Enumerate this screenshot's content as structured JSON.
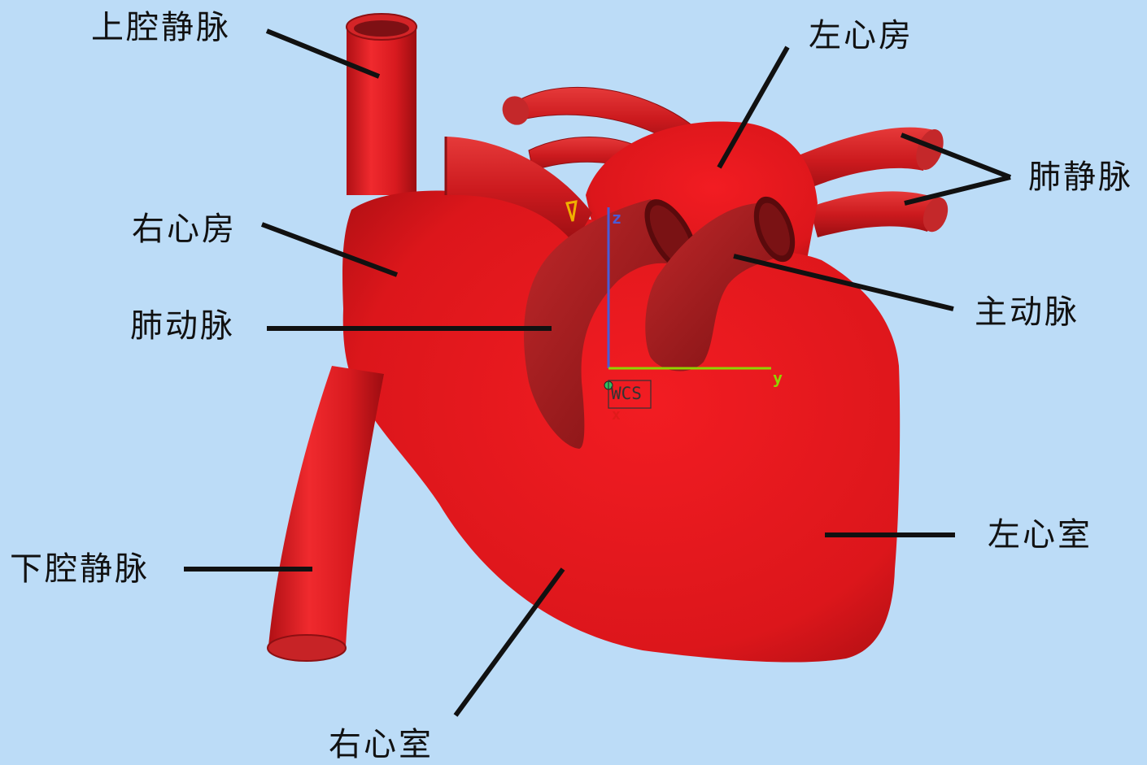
{
  "labels": {
    "svc": "上腔静脉",
    "la": "左心房",
    "pv": "肺静脉",
    "ra": "右心房",
    "pa": "肺动脉",
    "ao": "主动脉",
    "ivc": "下腔静脉",
    "lv": "左心室",
    "rv": "右心室"
  },
  "axes": {
    "z": "z",
    "y": "y",
    "x": "x",
    "frame": "WCS"
  },
  "colors": {
    "background": "#bcdcf7",
    "heart": "#e8181e",
    "leader_line": "#111111",
    "axis_z": "#4a5bd6",
    "axis_y": "#8fd400",
    "axis_x": "#e01a1a"
  }
}
